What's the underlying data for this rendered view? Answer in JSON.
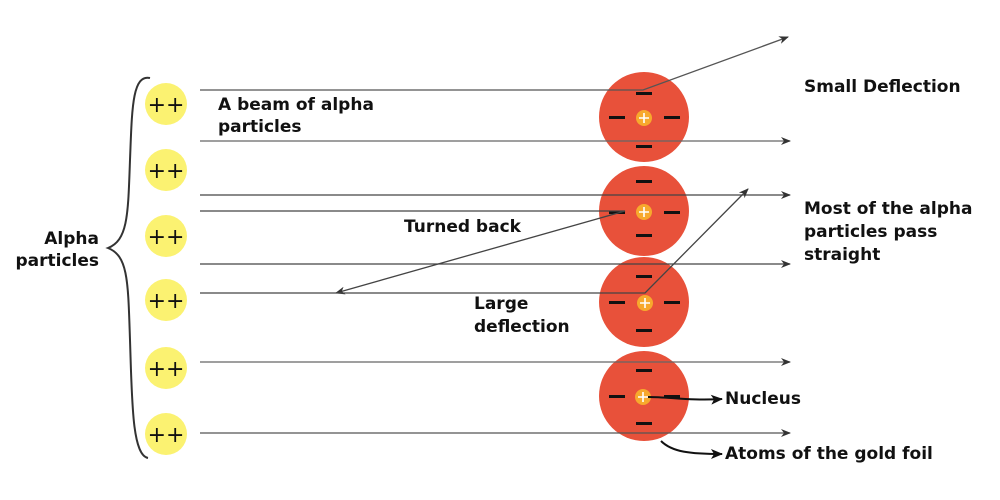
{
  "title": "Rutherford gold foil alpha scattering experiment",
  "colors": {
    "alpha_particle": "#fbf271",
    "atom": "#e8513a",
    "nucleus": "#f7a92d",
    "beam_line": "#808080",
    "arrow": "#333333",
    "text": "#111111"
  },
  "alpha_particles": [
    {
      "charge": "++"
    },
    {
      "charge": "++"
    },
    {
      "charge": "++"
    },
    {
      "charge": "++"
    },
    {
      "charge": "++"
    },
    {
      "charge": "++"
    }
  ],
  "atoms": [
    {
      "nucleus_charge": "+",
      "electron_charge": "−"
    },
    {
      "nucleus_charge": "+",
      "electron_charge": "−"
    },
    {
      "nucleus_charge": "+",
      "electron_charge": "−"
    },
    {
      "nucleus_charge": "+",
      "electron_charge": "−"
    }
  ],
  "labels": {
    "alpha_particles_line1": "Alpha",
    "alpha_particles_line2": "particles",
    "beam_line1": "A beam of alpha",
    "beam_line2": "particles",
    "turned_back": "Turned back",
    "large_deflection_line1": "Large",
    "large_deflection_line2": "deflection",
    "small_deflection": "Small Deflection",
    "pass_straight_line1": "Most of the alpha",
    "pass_straight_line2": "particles pass",
    "pass_straight_line3": "straight",
    "nucleus": "Nucleus",
    "gold_foil_atoms": "Atoms of the gold foil"
  }
}
